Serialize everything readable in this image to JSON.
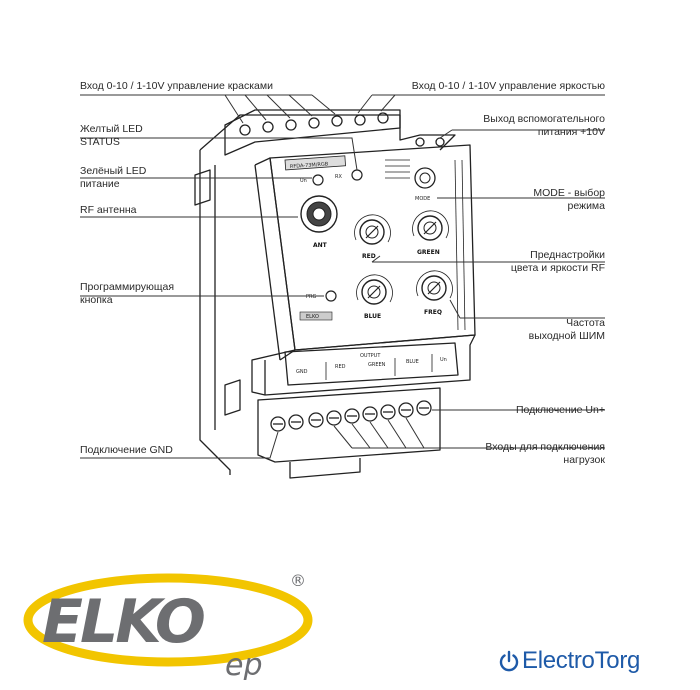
{
  "labels": {
    "color_input": "Вход 0-10 / 1-10V управление красками",
    "brightness_input": "Вход 0-10 / 1-10V управление яркостью",
    "yellow_led_1": "Желтый LED",
    "yellow_led_2": "STATUS",
    "aux_supply_1": "Выход вспомогательного",
    "aux_supply_2": "питания +10V",
    "green_led_1": "Зелёный LED",
    "green_led_2": "питание",
    "mode_1": "MODE - выбор",
    "mode_2": "режима",
    "rf_antenna": "RF антенна",
    "presets_1": "Преднастройки",
    "presets_2": "цвета и яркости RF",
    "prog_button_1": "Программирующая",
    "prog_button_2": "кнопка",
    "pwm_freq_1": "Частота",
    "pwm_freq_2": "выходной ШИМ",
    "un_plus": "Подключение Un+",
    "gnd": "Подключение GND",
    "load_inputs_1": "Входы для подключения",
    "load_inputs_2": "нагрузок"
  },
  "device": {
    "model": "RFDA-73M/RGB",
    "led_un": "Un",
    "led_rx": "RX",
    "ant": "ANT",
    "prg": "PRG",
    "knob_red": "RED",
    "knob_green": "GREEN",
    "knob_blue": "BLUE",
    "knob_freq": "FREQ",
    "knob_mode": "MODE",
    "brand_small": "ELKO",
    "gnd_label": "GND",
    "out_red": "RED",
    "out_green": "GREEN",
    "out_blue": "BLUE",
    "out_un": "Un",
    "output_caption": "OUTPUT"
  },
  "logo": {
    "name": "ELKO",
    "suffix": "ep",
    "registered": "®"
  },
  "brand_site": {
    "text": "ElectroTorg"
  },
  "colors": {
    "logo_yellow": "#f2c500",
    "logo_gray": "#6d6e71",
    "site_blue": "#1e5aa8"
  }
}
